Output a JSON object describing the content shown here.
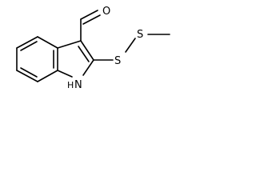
{
  "molecule": {
    "atoms": {
      "oxygen": "O",
      "sulfur_1": "S",
      "sulfur_2": "S",
      "nitrogen": "N",
      "nitrogen_h": "H"
    },
    "colors": {
      "bond": "#000000",
      "background": "#ffffff"
    }
  }
}
